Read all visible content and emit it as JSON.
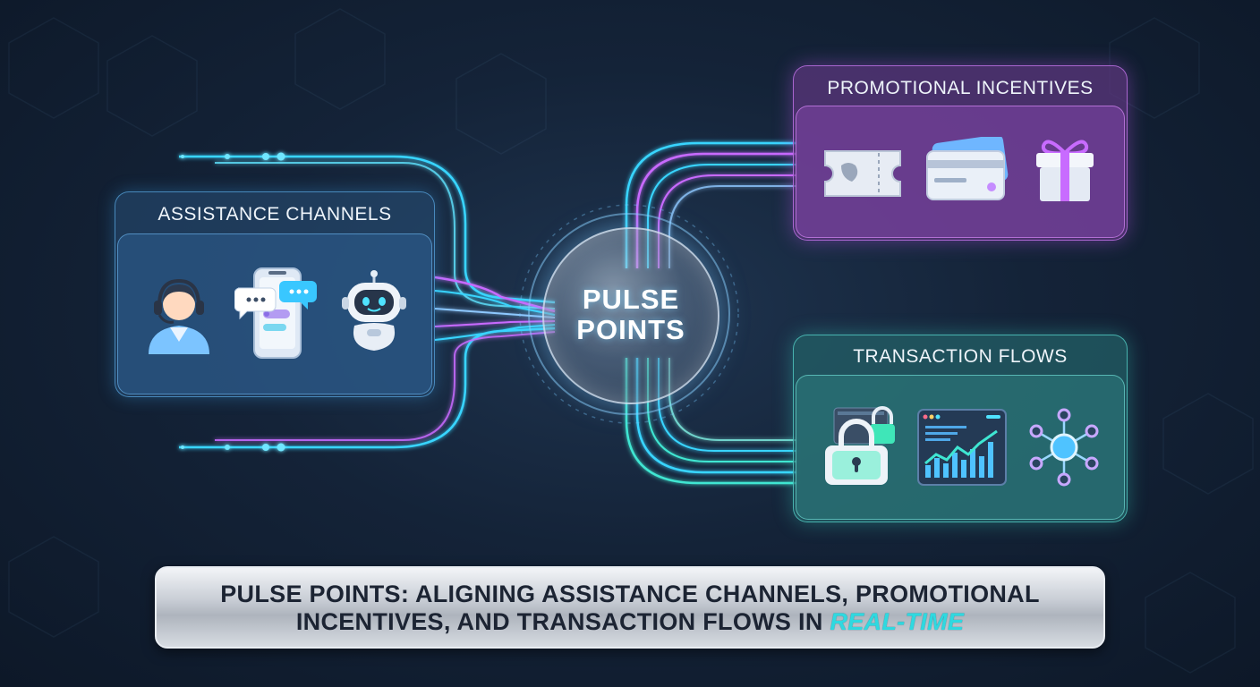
{
  "hub": {
    "line1": "PULSE",
    "line2": "POINTS"
  },
  "panels": {
    "assistance": {
      "title": "ASSISTANCE CHANNELS",
      "icons": [
        "headset-agent-icon",
        "mobile-chat-icon",
        "chatbot-robot-icon"
      ]
    },
    "promotional": {
      "title": "PROMOTIONAL INCENTIVES",
      "icons": [
        "ticket-icon",
        "credit-card-icon",
        "gift-box-icon"
      ]
    },
    "transaction": {
      "title": "TRANSACTION FLOWS",
      "icons": [
        "secure-lock-icon",
        "analytics-dashboard-icon",
        "network-nodes-icon"
      ]
    }
  },
  "banner": {
    "line1": "PULSE POINTS: ALIGNING ASSISTANCE CHANNELS, PROMOTIONAL",
    "line2_prefix": "INCENTIVES, AND TRANSACTION FLOWS IN ",
    "highlight": "REAL-TIME"
  },
  "colors": {
    "cyan": "#39d5ff",
    "magenta": "#c86bff",
    "teal": "#3fe6d2",
    "background": "#142338"
  }
}
